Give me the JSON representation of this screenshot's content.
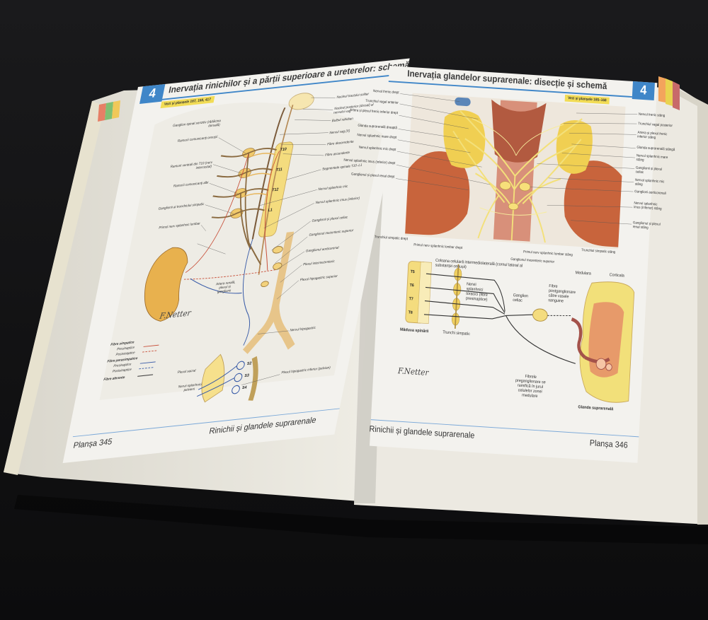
{
  "left_page": {
    "chapter_number": "4",
    "title": "Inervația rinichilor și a părții superioare a ureterelor: schemă",
    "xref": "Vezi și planșele 167, 168, 417",
    "footer_left": "Planșa 345",
    "footer_right": "Rinichii și glandele suprarenale",
    "labels": {
      "nucleul_tractului": "Nucleul tractului solitar",
      "nucleul_posterior": "Nucleul posterior (dorsal) al nervului vag",
      "bulbul": "Bulbul rahidian",
      "ganglion_spinal": "Ganglion spinal senzitiv (rădăcina dorsală)",
      "ramuri_cenusii": "Ramurii comunicanți cenușii",
      "nervul_vag": "Nervul vag (X)",
      "fibre_descendente": "Fibre descendente",
      "fibre_ascendente": "Fibre ascendente",
      "ramuri_ventrali": "Ramurii ventrali din T10 (nerv intercostal)",
      "segmentele": "Segmentele spinale T10–L1",
      "ramuri_albi": "Ramurii comunicanți albi",
      "splanhnic_mic": "Nervul splanhnic mic",
      "ganglioni_trunchiului": "Ganglionii ai trunchiului simpatic",
      "splanhnic_imus": "Nervul splanhnic imus (inferior)",
      "primul_lombar": "Primul nerv splanhnic lombar",
      "plexul_celiac": "Ganglionii și plexul celiac",
      "mezenteric_sup": "Ganglionul mezenteric superior",
      "aorticorenal": "Ganglionul aorticorenal",
      "artera_renala": "Artera renală, plexul și ganglionii",
      "intermezenteric": "Plexul intermezenteric",
      "hipogastric_sup": "Plexul hipogastric superior",
      "nervul_hipogastric": "Nervul hipogastric",
      "plexul_sacral": "Plexul sacral",
      "nervi_pelvieni": "Nervii splanhnici pelvieni",
      "hipogastric_inf": "Plexul hipogastric inferior (pelvian)",
      "seg_t10": "T10",
      "seg_t11": "T11",
      "seg_t12": "T12",
      "seg_l1": "L1",
      "seg_s2": "S2",
      "seg_s3": "S3",
      "seg_s4": "S4"
    },
    "legend": {
      "simpatice": "Fibre simpatice",
      "presinaptice": "Presinaptice",
      "postsinaptice": "Postsinaptice",
      "parasimpatice": "Fibre parasimpatice",
      "presinaptice2": "Presinaptice",
      "postsinaptice2": "Postsinaptice",
      "aferente": "Fibre aferente"
    },
    "signature": "F.Netter"
  },
  "right_page": {
    "chapter_number": "4",
    "title": "Inervația glandelor suprarenale: disecție și schemă",
    "xref": "Vezi și planșele 165–168",
    "footer_left": "Rinichii și glandele suprarenale",
    "footer_right": "Planșa 346",
    "labels": {
      "frenic_drept": "Nervul frenic drept",
      "vagal_anterior": "Trunchiul vagal anterior",
      "artera_frenica_dreapta": "Artera și plexul frenic inferior drept",
      "suprarenala_dreapta": "Glanda suprarenală dreaptă",
      "splanhnic_mare_drept": "Nervul splanhnic mare drept",
      "splanhnic_mic_drept": "Nervul splanhnic mic drept",
      "splanhnic_imus_drept": "Nervul splanhnic imus (inferior) drept",
      "ganglionul_renal": "Ganglionul și plexul renal drept",
      "frenic_stang": "Nervul frenic stâng",
      "vagal_posterior": "Trunchiul vagal posterior",
      "artera_frenica_stanga": "Artera și plexul frenic inferior stâng",
      "suprarenala_stanga": "Glanda suprarenală stângă",
      "splanhnic_mare_stang": "Nervul splanhnic mare stâng",
      "ganglionii_celiaci": "Ganglionii și plexul celiac",
      "splanhnic_mic_stang": "Nervul splanhnic mic stâng",
      "aorticorenali": "Ganglioni aorticorenali",
      "splanhnic_imus_stang": "Nervul splanhnic imus (inferior) stâng",
      "renal_stang": "Ganglionul și plexul renal stâng",
      "trunchiul_drept": "Trunchiul simpatic drept",
      "primul_lombar_drept": "Primul nerv splanhnic lombar drept",
      "mezenteric_sup": "Ganglionul mezenteric superior",
      "primul_lombar_stang": "Primul nerv splanhnic lombar stâng",
      "trunchiul_stang": "Trunchiul simpatic stâng",
      "coloana": "Coloana celulară intermediolaterală (cornul lateral al substanței cenușii)",
      "nervi_toracici": "Nervii splanhnici toracici (fibre presinaptice)",
      "ganglion_celiac": "Ganglion celiac",
      "fibre_post": "Fibre postganglionare către vasele sanguine",
      "medulara": "Medulara",
      "corticala": "Corticala",
      "maduva": "Măduva spinării",
      "trunchi_simpatic": "Trunchi simpatic",
      "fibrele_pre": "Fibrele preganglionare se ramifică în jurul celulelor zonei medulare",
      "glanda": "Glanda suprarenală",
      "seg_t5": "T5",
      "seg_t6": "T6",
      "seg_t7": "T7",
      "seg_t8": "T8"
    },
    "signature": "F.Netter"
  },
  "colors": {
    "accent_blue": "#3f86c8",
    "xref_yellow": "#f2dc55",
    "table_dark": "#141416",
    "page": "#f3f2ee",
    "nerve_yellow": "#f0d060",
    "presynaptic_red": "#c8503a",
    "parasympathetic_blue": "#3b5da8"
  }
}
